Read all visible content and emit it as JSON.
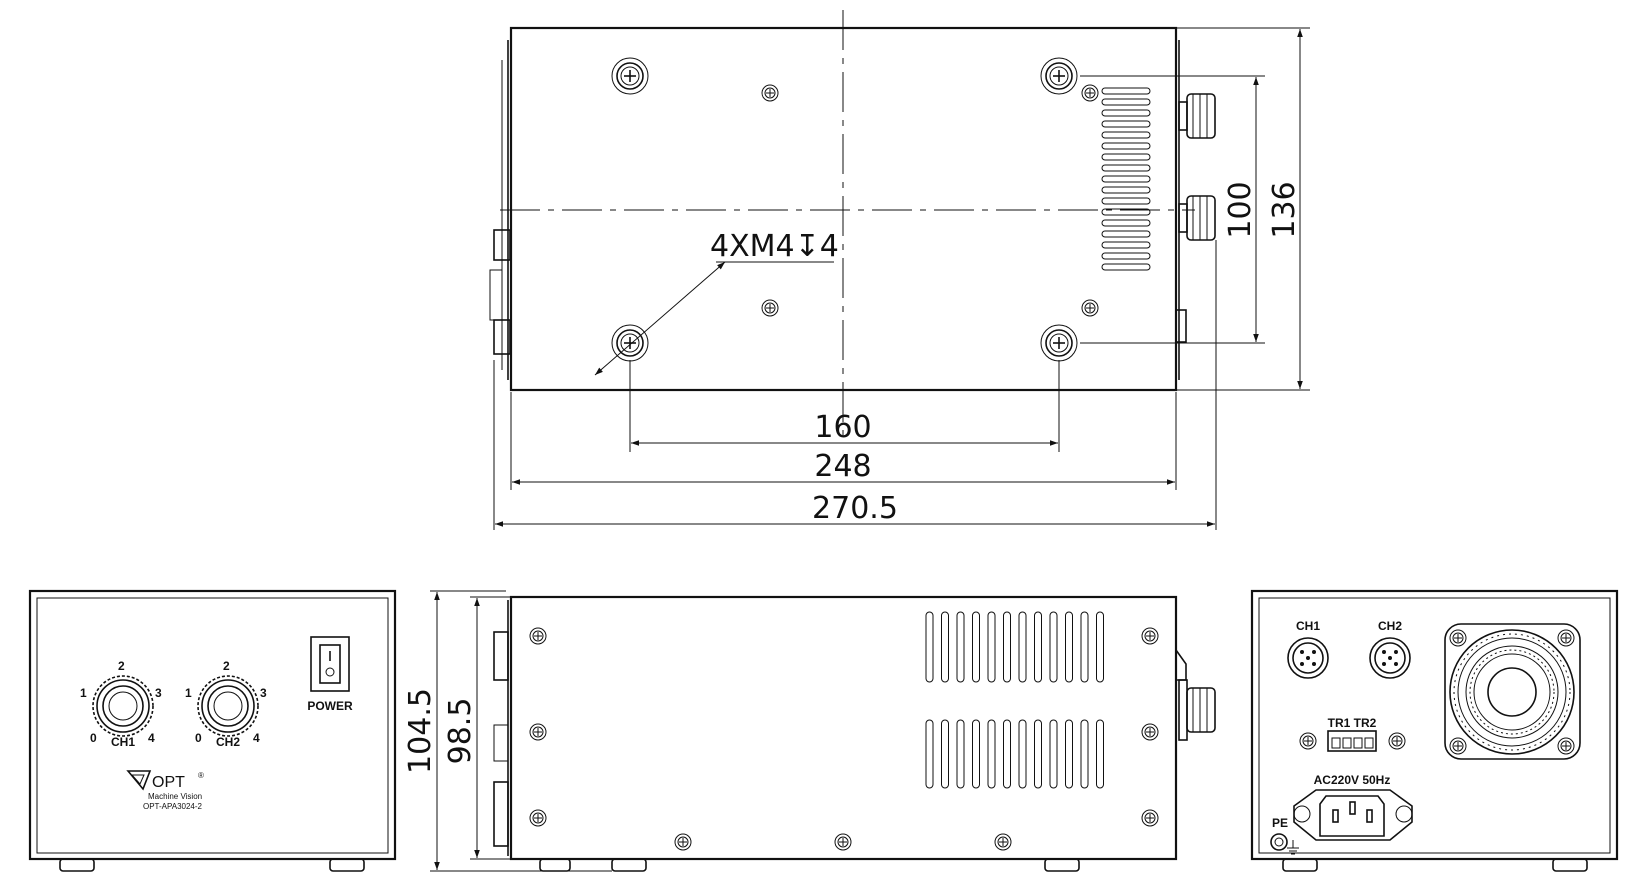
{
  "top_view": {
    "callout": "4XM4↧4",
    "dim_160": "160",
    "dim_248": "248",
    "dim_270_5": "270.5",
    "dim_100": "100",
    "dim_136": "136"
  },
  "front_panel": {
    "ch1_label": "CH1",
    "ch2_label": "CH2",
    "dial_marks": [
      "0",
      "1",
      "2",
      "3",
      "4"
    ],
    "power_label": "POWER",
    "brand": "OPT",
    "brand_mark": "®",
    "tagline": "Machine Vision",
    "model": "OPT-APA3024-2"
  },
  "side_view": {
    "dim_104_5": "104.5",
    "dim_98_5": "98.5"
  },
  "rear_panel": {
    "ch1_label": "CH1",
    "ch2_label": "CH2",
    "tr_label": "TR1 TR2",
    "ac_label": "AC220V 50Hz",
    "pe_label": "PE"
  }
}
